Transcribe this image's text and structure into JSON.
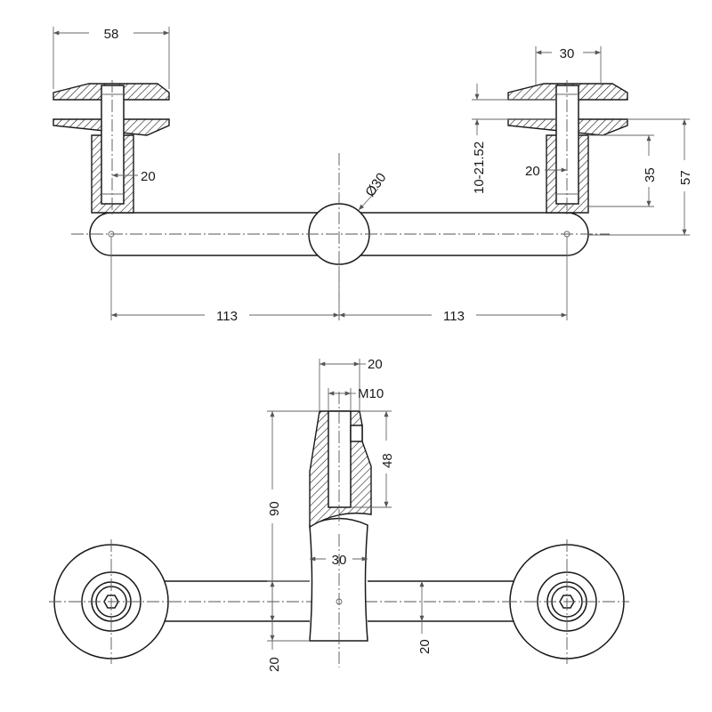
{
  "dimensions": {
    "top_left_pad_width": "58",
    "top_right_pad_width": "30",
    "left_stem_offset": "20",
    "right_stem_offset": "20",
    "clamp_range": "10-21.52",
    "stem_height": "35",
    "overall_height": "57",
    "hub_diameter": "Ø30",
    "arm_left_length": "113",
    "arm_right_length": "113",
    "section_top_width": "20",
    "thread": "M10",
    "thread_depth": "48",
    "section_height": "90",
    "hub_width": "30",
    "arm_thickness_left": "20",
    "arm_thickness_right": "20"
  },
  "colors": {
    "line": "#1a1a1a",
    "dimension": "#666666",
    "background": "#ffffff"
  }
}
